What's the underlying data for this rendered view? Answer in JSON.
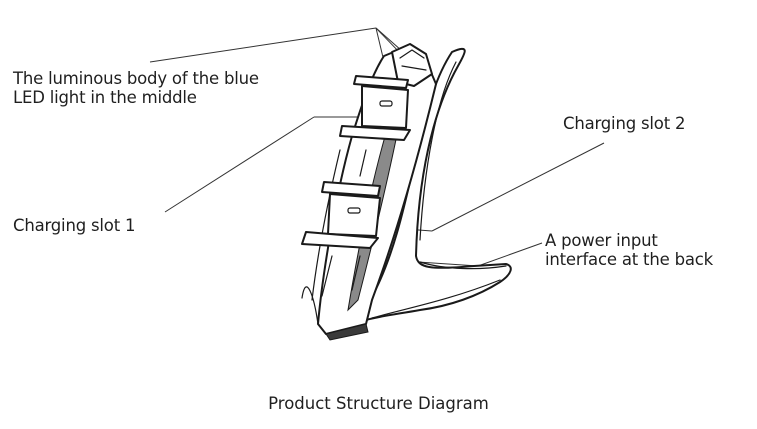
{
  "labels": {
    "led_line1": "The luminous body of the blue",
    "led_line2": "LED light in the middle",
    "slot1": "Charging slot 1",
    "slot2": "Charging slot 2",
    "power_line1": "A power input",
    "power_line2": "interface at the back"
  },
  "caption": "Product Structure Diagram",
  "colors": {
    "ink": "#1a1a1a",
    "text": "#1f1f1f",
    "background": "#ffffff"
  }
}
